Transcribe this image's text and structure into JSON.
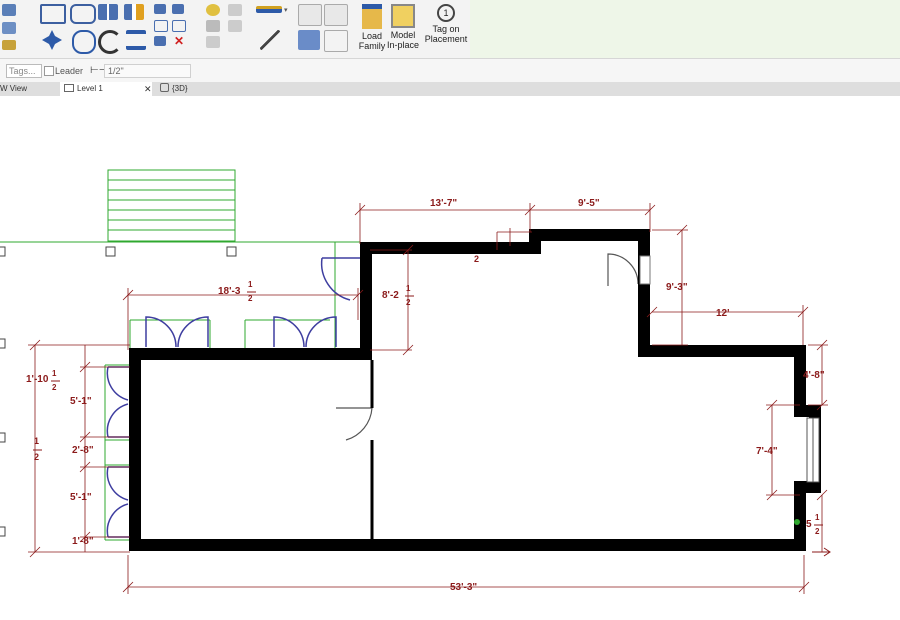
{
  "ribbon": {
    "load_family": [
      "Load",
      "Family"
    ],
    "model_inplace": [
      "Model",
      "In-place"
    ],
    "tag_on_placement": [
      "Tag on",
      "Placement"
    ]
  },
  "options_bar": {
    "tags_placeholder": "Tags...",
    "leader_label": "Leader",
    "leader_length": "1/2\""
  },
  "view_tabs": [
    {
      "label": "W View"
    },
    {
      "label": "Level 1"
    },
    {
      "label": "{3D}"
    }
  ],
  "dimensions": {
    "d_13_7": "13'-7\"",
    "d_9_5": "9'-5\"",
    "d_2": "2",
    "d_18_3": "18'-3",
    "d_8_2": "8'-2",
    "d_9_3": "9'-3\"",
    "d_12": "12'",
    "d_4_8": "4'-8\"",
    "d_1_10": "1'-10",
    "d_5_1_a": "5'-1\"",
    "d_2_8": "2'-8\"",
    "d_5_1_b": "5'-1\"",
    "d_1_8": "1'-8\"",
    "d_7_4": "7'-4\"",
    "d_5": "5",
    "d_53_3": "53'-3\"",
    "frac_num": "1",
    "frac_den": "2",
    "frac_dash": "-"
  },
  "colors": {
    "wall": "#000000",
    "dimension": "#8b1a1a",
    "door": "#3e3ea0",
    "site": "#2fa82f"
  }
}
